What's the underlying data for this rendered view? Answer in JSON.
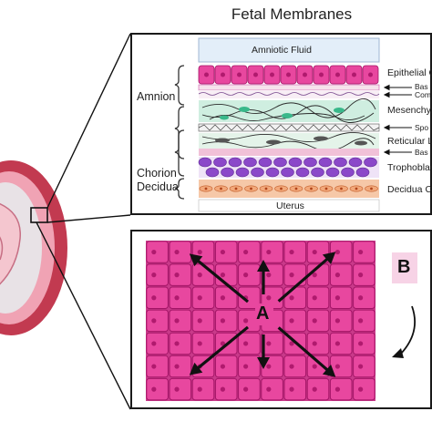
{
  "title": "Fetal Membranes",
  "layers": {
    "amniotic_fluid": "Amniotic Fluid",
    "uterus": "Uterus"
  },
  "groups": {
    "amnion": "Amnion",
    "chorion": "Chorion",
    "decidua": "Decidua"
  },
  "right_labels": {
    "epithelial": "Epithelial C",
    "basement_1": "Bas",
    "compact": "Com",
    "mesenchymal": "Mesenchym",
    "spongy": "Spo",
    "reticular": "Reticular La",
    "basement_2": "Bas",
    "trophoblast": "Trophoblas",
    "decidual_cells": "Decidua Ce"
  },
  "callouts": {
    "A": "A",
    "B": "B"
  },
  "colors": {
    "cell_fill": "#e8479f",
    "cell_border": "#a31466",
    "nucleus": "#b01a6e",
    "amniotic_fluid": "#e3eef9",
    "mesenchymal": "#cfeee0",
    "trophoblast": "#8b48c9",
    "decidua": "#f2a87a",
    "label_b_bg": "#f7d3e6"
  }
}
